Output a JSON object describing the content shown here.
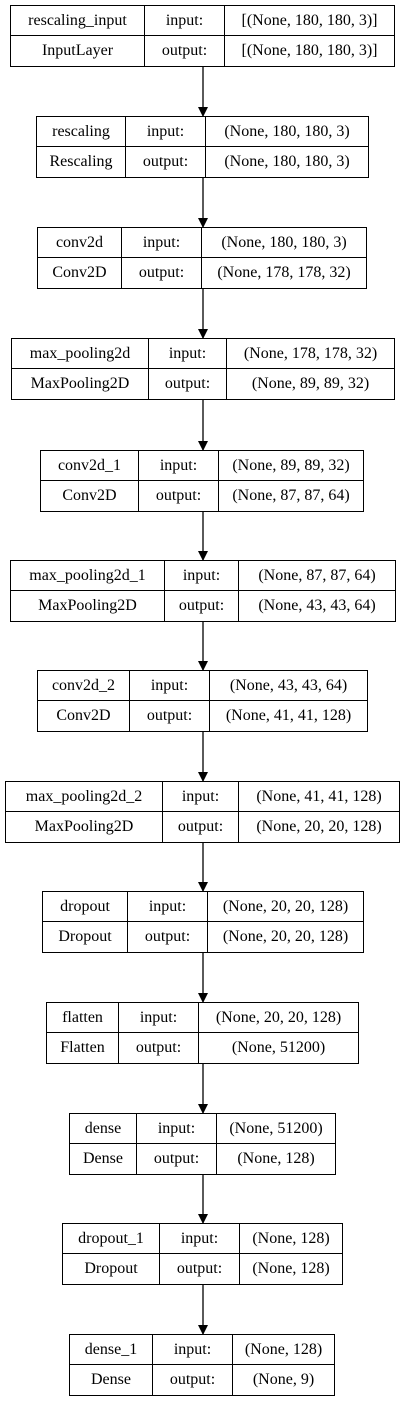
{
  "layers": [
    {
      "name": "rescaling_input",
      "type": "InputLayer",
      "io_in": "input:",
      "io_out": "output:",
      "in_shape": "[(None, 180, 180, 3)]",
      "out_shape": "[(None, 180, 180, 3)]"
    },
    {
      "name": "rescaling",
      "type": "Rescaling",
      "io_in": "input:",
      "io_out": "output:",
      "in_shape": "(None, 180, 180, 3)",
      "out_shape": "(None, 180, 180, 3)"
    },
    {
      "name": "conv2d",
      "type": "Conv2D",
      "io_in": "input:",
      "io_out": "output:",
      "in_shape": "(None, 180, 180, 3)",
      "out_shape": "(None, 178, 178, 32)"
    },
    {
      "name": "max_pooling2d",
      "type": "MaxPooling2D",
      "io_in": "input:",
      "io_out": "output:",
      "in_shape": "(None, 178, 178, 32)",
      "out_shape": "(None, 89, 89, 32)"
    },
    {
      "name": "conv2d_1",
      "type": "Conv2D",
      "io_in": "input:",
      "io_out": "output:",
      "in_shape": "(None, 89, 89, 32)",
      "out_shape": "(None, 87, 87, 64)"
    },
    {
      "name": "max_pooling2d_1",
      "type": "MaxPooling2D",
      "io_in": "input:",
      "io_out": "output:",
      "in_shape": "(None, 87, 87, 64)",
      "out_shape": "(None, 43, 43, 64)"
    },
    {
      "name": "conv2d_2",
      "type": "Conv2D",
      "io_in": "input:",
      "io_out": "output:",
      "in_shape": "(None, 43, 43, 64)",
      "out_shape": "(None, 41, 41, 128)"
    },
    {
      "name": "max_pooling2d_2",
      "type": "MaxPooling2D",
      "io_in": "input:",
      "io_out": "output:",
      "in_shape": "(None, 41, 41, 128)",
      "out_shape": "(None, 20, 20, 128)"
    },
    {
      "name": "dropout",
      "type": "Dropout",
      "io_in": "input:",
      "io_out": "output:",
      "in_shape": "(None, 20, 20, 128)",
      "out_shape": "(None, 20, 20, 128)"
    },
    {
      "name": "flatten",
      "type": "Flatten",
      "io_in": "input:",
      "io_out": "output:",
      "in_shape": "(None, 20, 20, 128)",
      "out_shape": "(None, 51200)"
    },
    {
      "name": "dense",
      "type": "Dense",
      "io_in": "input:",
      "io_out": "output:",
      "in_shape": "(None, 51200)",
      "out_shape": "(None, 128)"
    },
    {
      "name": "dropout_1",
      "type": "Dropout",
      "io_in": "input:",
      "io_out": "output:",
      "in_shape": "(None, 128)",
      "out_shape": "(None, 128)"
    },
    {
      "name": "dense_1",
      "type": "Dense",
      "io_in": "input:",
      "io_out": "output:",
      "in_shape": "(None, 128)",
      "out_shape": "(None, 9)"
    }
  ]
}
